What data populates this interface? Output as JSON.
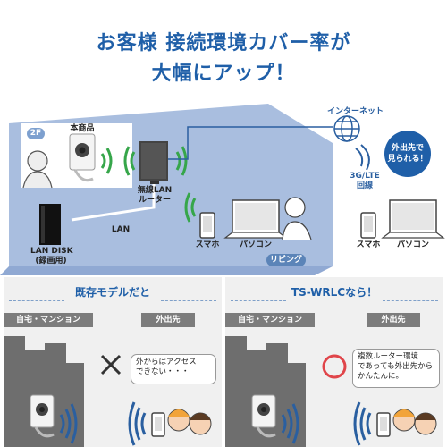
{
  "headline": {
    "line1": "お客様 接続環境カバー率が",
    "line2": "大幅にアップ！"
  },
  "diagram": {
    "floor_label": "2F",
    "product_label": "本商品",
    "router_label_1": "無線LAN",
    "router_label_2": "ルーター",
    "lan_label": "LAN",
    "lan_disk_label_1": "LAN DISK",
    "lan_disk_label_2": "(録画用)",
    "smartphone_label": "スマホ",
    "pc_label": "パソコン",
    "living_label": "リビング",
    "internet_label": "インターネット",
    "mobile_line_1": "3G/LTE",
    "mobile_line_2": "回線",
    "outside_bubble_1": "外出先で",
    "outside_bubble_2": "見られる！",
    "outside_smartphone_label": "スマホ",
    "outside_pc_label": "パソコン"
  },
  "colors": {
    "accent": "#1f5fa8",
    "wall": "#a9bedf",
    "pill": "#5b84b8",
    "signal": "#36a64a",
    "building": "#6e6e6e"
  },
  "panels": [
    {
      "title": "既存モデルだと",
      "home_tab": "自宅・マンション",
      "outside_tab": "外出先",
      "result_icon": "cross-icon",
      "bubble_line_1": "外からはアクセス",
      "bubble_line_2": "できない・・・"
    },
    {
      "title": "TS-WRLCなら！",
      "home_tab": "自宅・マンション",
      "outside_tab": "外出先",
      "result_icon": "circle-icon",
      "bubble_line_1": "複数ルーター環境",
      "bubble_line_2": "であっても外出先から",
      "bubble_line_3": "かんたんに。"
    }
  ]
}
